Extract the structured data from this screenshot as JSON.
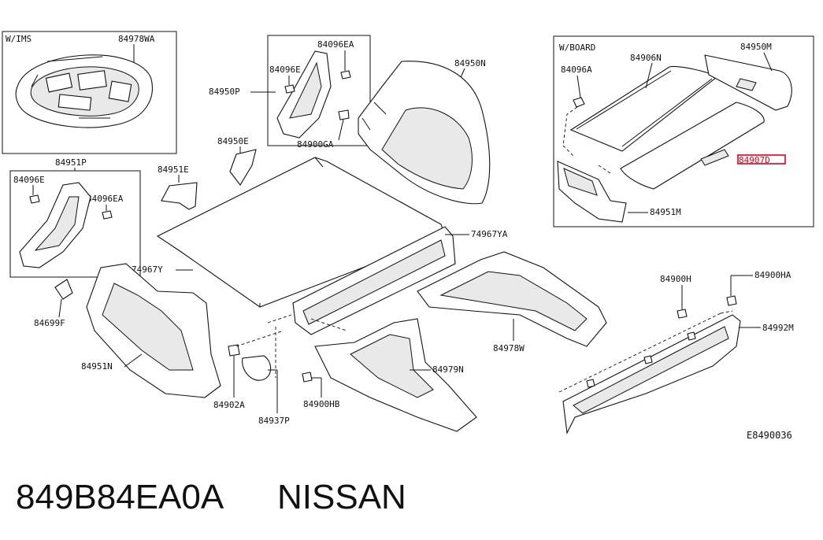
{
  "diagram": {
    "reference_code": "E8490036",
    "insets": {
      "ims": {
        "title": "W/IMS",
        "part": "84978WA"
      },
      "board": {
        "title": "W/BOARD",
        "parts": [
          "84096A",
          "84906N",
          "84950M",
          "84907D",
          "84951M"
        ]
      }
    },
    "labels": {
      "p84096EA_top": "84096EA",
      "p84096E_top": "84096E",
      "p84950P": "84950P",
      "p84900GA": "84900GA",
      "p84950N": "84950N",
      "p84950E": "84950E",
      "p84951P": "84951P",
      "p84096E_left": "84096E",
      "p84096EA_left": "84096EA",
      "p84951E": "84951E",
      "p84699F": "84699F",
      "p74967Y": "74967Y",
      "p74967YA": "74967YA",
      "p84951N": "84951N",
      "p84902A": "84902A",
      "p84937P": "84937P",
      "p84900HB": "84900HB",
      "p84979N": "84979N",
      "p84978W": "84978W",
      "p84900H": "84900H",
      "p84900HA": "84900HA",
      "p84992M": "84992M"
    },
    "highlighted_part": "84907D"
  },
  "caption": {
    "part_number": "849B84EA0A",
    "brand": "NISSAN"
  }
}
